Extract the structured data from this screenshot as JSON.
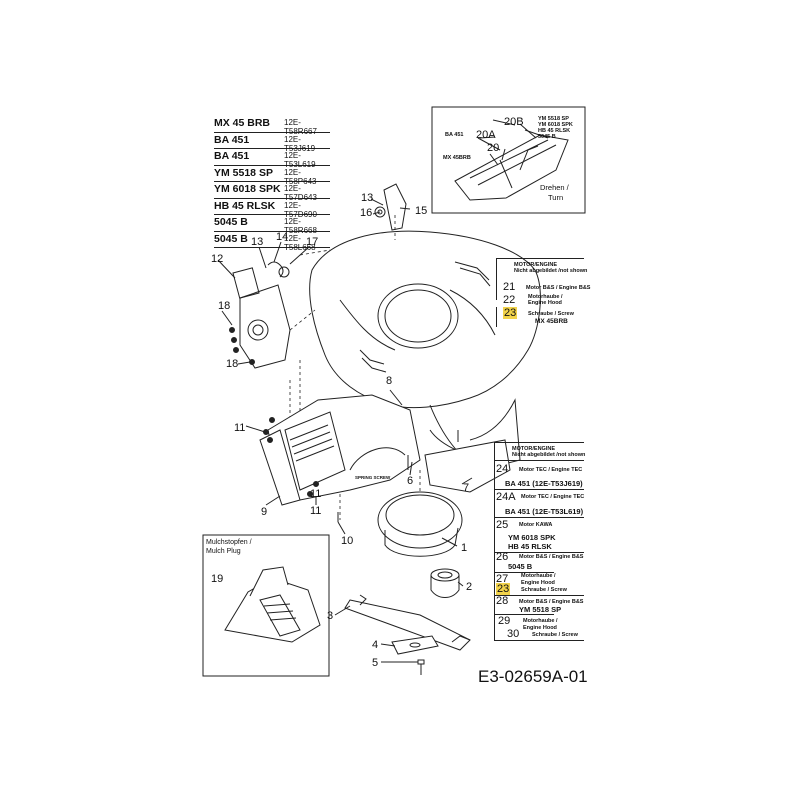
{
  "models_table": [
    {
      "model": "MX 45 BRB",
      "code": "12E-T58R667"
    },
    {
      "model": "BA 451",
      "code": "12E-T53J619"
    },
    {
      "model": "BA 451",
      "code": "12E-T53L619"
    },
    {
      "model": "YM 5518 SP",
      "code": "12E-T58P643"
    },
    {
      "model": "YM 6018 SPK",
      "code": "12E-T57D643"
    },
    {
      "model": "HB 45 RLSK",
      "code": "12E-T57D690"
    },
    {
      "model": "5045 B",
      "code": "12E-T58R668"
    },
    {
      "model": "5045 B",
      "code": "12E-T58L668"
    }
  ],
  "inset_top": {
    "models": [
      "YM 5518 SP",
      "YM 6018 SPK",
      "HB 45 RLSK",
      "5045 B"
    ],
    "ref_20B": "20B",
    "ref_20A": "20A",
    "ref_20": "20",
    "label_ba451": "BA 451",
    "label_mx45brb": "MX 45BRB",
    "turn_label": "Drehen /",
    "turn_label2": "Turn"
  },
  "box1": {
    "header1": "MOTOR/ENGINE",
    "header2": "Nicht abgebildet /not shown",
    "rows": [
      {
        "num": "21",
        "text": "Motor B&S / Engine B&S"
      },
      {
        "num": "22",
        "text": "Motorhaube /",
        "text2": "Engine Hood"
      },
      {
        "num": "23",
        "text": "Schraube / Screw",
        "sub": "MX 45BRB"
      }
    ]
  },
  "box2": {
    "header1": "MOTOR/ENGINE",
    "header2": "Nicht abgebildet /not shown",
    "rows": [
      {
        "num": "24",
        "text": "Motor TEC / Engine TEC",
        "sub": "BA 451 (12E-T53J619)"
      },
      {
        "num": "24A",
        "text": "Motor TEC / Engine TEC",
        "sub": "BA 451 (12E-T53L619)"
      },
      {
        "num": "25",
        "text": "Motor KAWA",
        "sub": "YM 6018 SPK",
        "sub2": "HB 45 RLSK"
      },
      {
        "num": "26",
        "text": "Motor B&S / Engine B&S",
        "sub": "5045 B"
      },
      {
        "num": "27",
        "text": "Motorhaube /",
        "text2": "Engine Hood"
      },
      {
        "num": "23",
        "text": "Schraube / Screw"
      },
      {
        "num": "28",
        "text": "Motor B&S / Engine B&S",
        "sub": "YM 5518 SP"
      },
      {
        "num": "29",
        "text": "Motorhaube /",
        "text2": "Engine Hood"
      },
      {
        "num": "30",
        "text": "Schraube / Screw"
      }
    ]
  },
  "mulch": {
    "title1": "Mulchstopfen /",
    "title2": "Mulch Plug",
    "ref": "19"
  },
  "callouts": [
    "1",
    "2",
    "3",
    "4",
    "5",
    "6",
    "7",
    "8",
    "9",
    "10",
    "11",
    "11",
    "11",
    "12",
    "13",
    "13",
    "14",
    "15",
    "16",
    "17",
    "18",
    "18"
  ],
  "small_text": "SPRING SCREW",
  "drawing_id": "E3-02659A-01",
  "highlight_color": "#f2d34a"
}
